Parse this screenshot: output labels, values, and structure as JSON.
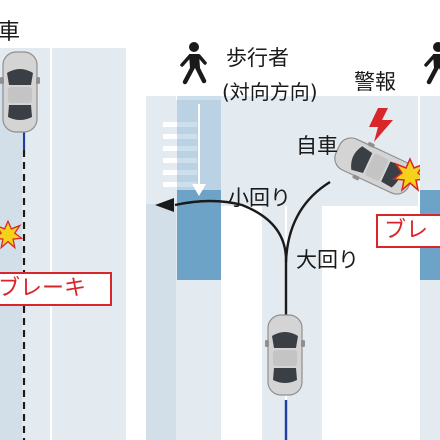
{
  "left_panel": {
    "own_car_label_partial": "車",
    "brake_label_partial": "ブレーキ"
  },
  "center_panel": {
    "pedestrian_label_line1": "歩行者",
    "pedestrian_label_line2": "(対向方向)",
    "warning_label": "警報",
    "own_car_label": "自車",
    "small_turn_label": "小回り",
    "large_turn_label": "大回り"
  },
  "right_panel": {
    "brake_label_partial": "ブレ"
  },
  "colors": {
    "road": "#e3ebf1",
    "lane_lines": "#ffffff",
    "crosswalk_bar": "#6ea3c8",
    "arrow": "#1a1a1a",
    "alert_red": "#d9262b",
    "impact_yellow": "#f4d21a",
    "car_body": "#d4d4d4",
    "car_windows": "#3a3f45",
    "trajectory_blue": "#1f3fa0"
  },
  "icons": [
    "pedestrian-icon",
    "car-icon",
    "warning-lightning-icon",
    "impact-star-icon"
  ]
}
